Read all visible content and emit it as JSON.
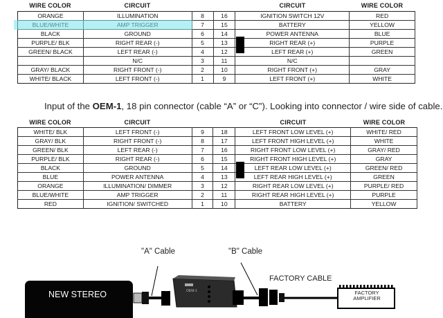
{
  "table1": {
    "headers": {
      "wire_color_left": "WIRE COLOR",
      "circuit_left": "CIRCUIT",
      "circuit_right": "CIRCUIT",
      "wire_color_right": "WIRE COLOR"
    },
    "highlight_color": "#78e6eb",
    "rows": [
      {
        "lcolor": "ORANGE",
        "lcircuit": "ILLUMINATION",
        "lpin": "8",
        "rpin": "16",
        "rcircuit": "IGNITION SWITCH 12V",
        "rcolor": "RED"
      },
      {
        "lcolor": "BLUE/WHITE",
        "lcircuit": "AMP TRIGGER",
        "lpin": "7",
        "rpin": "15",
        "rcircuit": "BATTERY",
        "rcolor": "YELLOW"
      },
      {
        "lcolor": "BLACK",
        "lcircuit": "GROUND",
        "lpin": "6",
        "rpin": "14",
        "rcircuit": "POWER ANTENNA",
        "rcolor": "BLUE"
      },
      {
        "lcolor": "PURPLE/ BLK",
        "lcircuit": "RIGHT REAR (-)",
        "lpin": "5",
        "rpin": "13",
        "rcircuit": "RIGHT REAR (+)",
        "rcolor": "PURPLE"
      },
      {
        "lcolor": "GREEN/ BLACK",
        "lcircuit": "LEFT REAR (-)",
        "lpin": "4",
        "rpin": "12",
        "rcircuit": "LEFT REAR (+)",
        "rcolor": "GREEN"
      },
      {
        "lcolor": "",
        "lcircuit": "N/C",
        "lpin": "3",
        "rpin": "11",
        "rcircuit": "N/C",
        "rcolor": ""
      },
      {
        "lcolor": "GRAY/ BLACK",
        "lcircuit": "RIGHT FRONT (-)",
        "lpin": "2",
        "rpin": "10",
        "rcircuit": "RIGHT FRONT (+)",
        "rcolor": "GRAY"
      },
      {
        "lcolor": "WHITE/ BLACK",
        "lcircuit": "LEFT FRONT (-)",
        "lpin": "1",
        "rpin": "9",
        "rcircuit": "LEFT FRONT (+)",
        "rcolor": "WHITE"
      }
    ]
  },
  "caption": {
    "prefix": "Input of the ",
    "bold": "OEM-1",
    "suffix": ", 18 pin connector (cable “A” or “C”).  Looking into connector / wire side of cable."
  },
  "table2": {
    "headers": {
      "wire_color_left": "WIRE COLOR",
      "circuit_left": "CIRCUIT",
      "circuit_right": "CIRCUIT",
      "wire_color_right": "WIRE COLOR"
    },
    "rows": [
      {
        "lcolor": "WHITE/ BLK",
        "lcircuit": "LEFT FRONT (-)",
        "lpin": "9",
        "rpin": "18",
        "rcircuit": "LEFT FRONT LOW LEVEL (+)",
        "rcolor": "WHITE/ RED"
      },
      {
        "lcolor": "GRAY/ BLK",
        "lcircuit": "RIGHT FRONT (-)",
        "lpin": "8",
        "rpin": "17",
        "rcircuit": "LEFT FRONT HIGH LEVEL (+)",
        "rcolor": "WHITE"
      },
      {
        "lcolor": "GREEN/ BLK",
        "lcircuit": "LEFT REAR (-)",
        "lpin": "7",
        "rpin": "16",
        "rcircuit": "RIGHT FRONT LOW LEVEL (+)",
        "rcolor": "GRAY/ RED"
      },
      {
        "lcolor": "PURPLE/ BLK",
        "lcircuit": "RIGHT REAR (-)",
        "lpin": "6",
        "rpin": "15",
        "rcircuit": "RIGHT FRONT HIGH LEVEL (+)",
        "rcolor": "GRAY"
      },
      {
        "lcolor": "BLACK",
        "lcircuit": "GROUND",
        "lpin": "5",
        "rpin": "14",
        "rcircuit": "LEFT REAR LOW LEVEL (+)",
        "rcolor": "GREEN/ RED"
      },
      {
        "lcolor": "BLUE",
        "lcircuit": "POWER ANTENNA",
        "lpin": "4",
        "rpin": "13",
        "rcircuit": "LEFT REAR HIGH LEVEL (+)",
        "rcolor": "GREEN"
      },
      {
        "lcolor": "ORANGE",
        "lcircuit": "ILLUMINATION/ DIMMER",
        "lpin": "3",
        "rpin": "12",
        "rcircuit": "RIGHT REAR LOW LEVEL (+)",
        "rcolor": "PURPLE/ RED"
      },
      {
        "lcolor": "BLUE/WHITE",
        "lcircuit": "AMP TRIGGER",
        "lpin": "2",
        "rpin": "11",
        "rcircuit": "RIGHT REAR HIGH LEVEL (+)",
        "rcolor": "PURPLE"
      },
      {
        "lcolor": "RED",
        "lcircuit": "IGNITION/ SWITCHED",
        "lpin": "1",
        "rpin": "10",
        "rcircuit": "BATTERY",
        "rcolor": "YELLOW"
      }
    ]
  },
  "diagram": {
    "new_stereo": "NEW STEREO",
    "a_cable": "\"A\" Cable",
    "b_cable": "\"B\" Cable",
    "factory_cable": "FACTORY CABLE",
    "factory_amplifier_line1": "FACTORY",
    "factory_amplifier_line2": "AMPLIFIER",
    "module_label": "OEM-1"
  }
}
